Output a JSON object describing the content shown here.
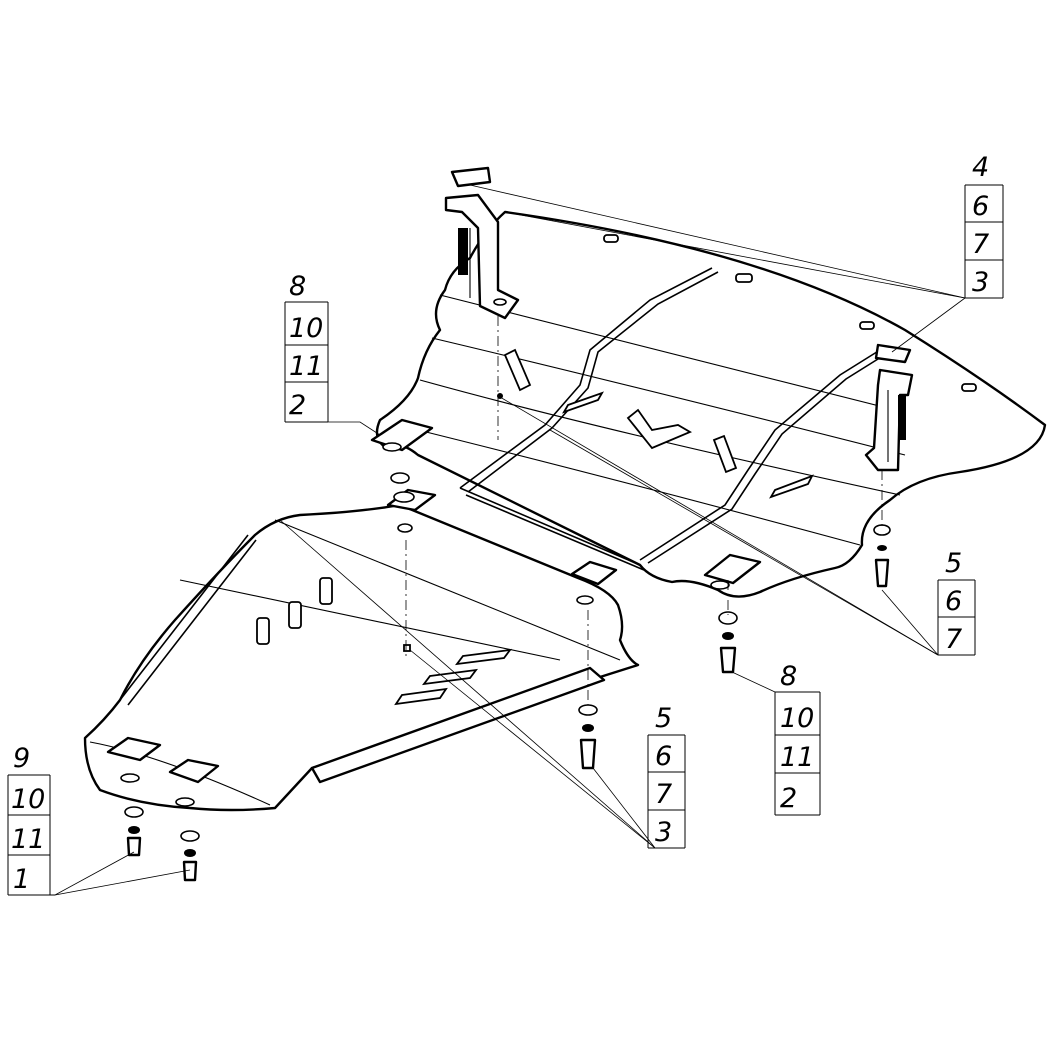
{
  "callouts": {
    "top_right": [
      "4",
      "6",
      "7",
      "3"
    ],
    "upper_left": [
      "8",
      "10",
      "11",
      "2"
    ],
    "right_middle": [
      "5",
      "6",
      "7"
    ],
    "center_right": [
      "8",
      "10",
      "11",
      "2"
    ],
    "center": [
      "5",
      "6",
      "7",
      "3"
    ],
    "bottom_left": [
      "9",
      "10",
      "11",
      "1"
    ]
  }
}
